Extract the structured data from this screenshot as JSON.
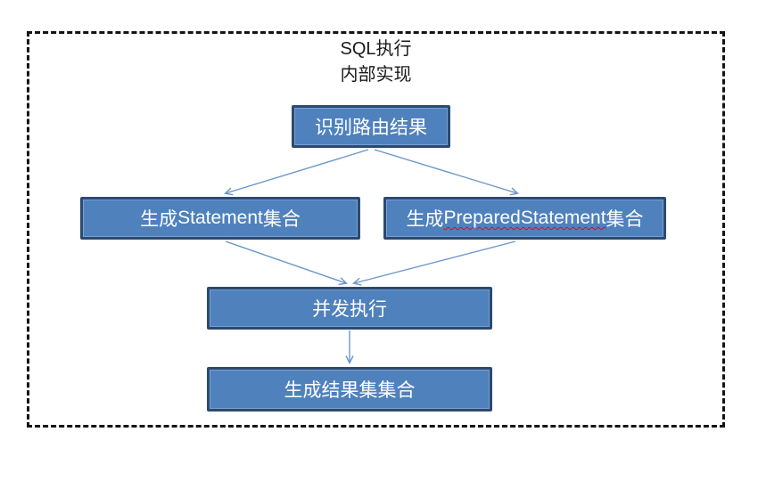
{
  "diagram": {
    "title_line1": "SQL执行",
    "title_line2": "内部实现",
    "nodes": {
      "identify_routing": {
        "label": "识别路由结果"
      },
      "gen_statement": {
        "label_prefix": "生成",
        "label_en": "Statement",
        "label_suffix": "集合"
      },
      "gen_prepared_statement": {
        "label_prefix": "生成",
        "label_en": "PreparedStatement",
        "label_suffix": "集合",
        "spellcheck_underline": true
      },
      "concurrent_execute": {
        "label": "并发执行"
      },
      "gen_result_set": {
        "label": "生成结果集集合"
      }
    },
    "edges": [
      {
        "from": "identify_routing",
        "to": "gen_statement"
      },
      {
        "from": "identify_routing",
        "to": "gen_prepared_statement"
      },
      {
        "from": "gen_statement",
        "to": "concurrent_execute"
      },
      {
        "from": "gen_prepared_statement",
        "to": "concurrent_execute"
      },
      {
        "from": "concurrent_execute",
        "to": "gen_result_set"
      }
    ],
    "colors": {
      "node_fill": "#4f81bd",
      "node_border": "#2b4a71",
      "node_text": "#ffffff",
      "arrow": "#6b96c9",
      "frame_border": "#141414",
      "title_text": "#1a1a1a",
      "spellcheck_underline": "#ff0000",
      "background": "#ffffff"
    }
  }
}
